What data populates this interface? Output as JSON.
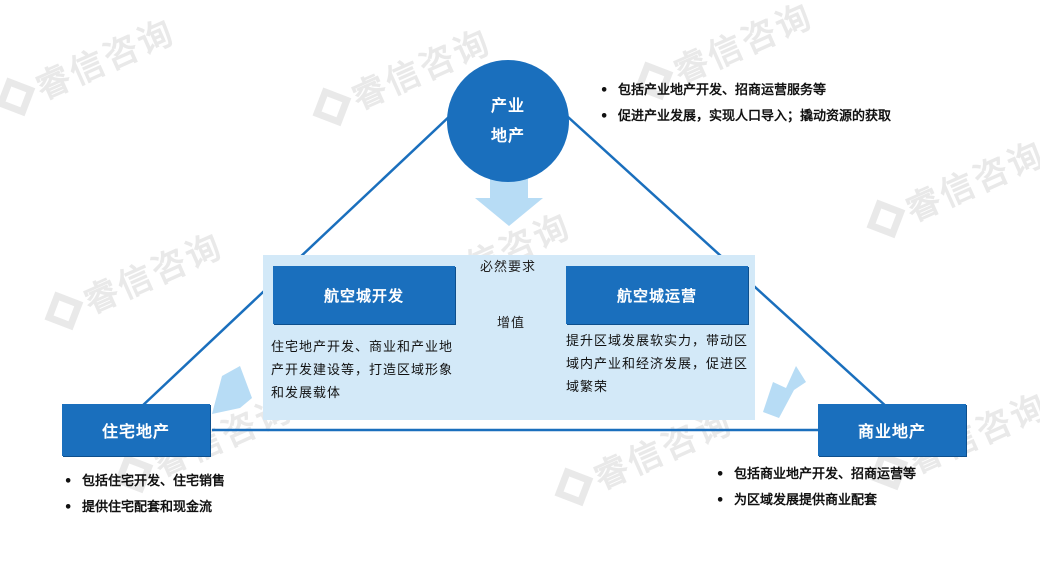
{
  "watermark": {
    "text": "睿信咨询",
    "icon": "diamond-logo-icon"
  },
  "top_node": {
    "label_line1": "产业",
    "label_line2": "地产",
    "bullets": [
      "包括产业地产开发、招商运营服务等",
      "促进产业发展，实现人口导入；撬动资源的获取"
    ]
  },
  "center_left": {
    "title": "航空城开发",
    "description": "住宅地产开发、商业和产业地产开发建设等，打造区域形象和发展载体"
  },
  "center_right": {
    "title": "航空城运营",
    "description": "提升区域发展软实力，带动区域内产业和经济发展，促进区域繁荣"
  },
  "arrows": {
    "forward_label": "必然要求",
    "backward_label": "增值"
  },
  "left_node": {
    "label": "住宅地产",
    "bullets": [
      "包括住宅开发、住宅销售",
      "提供住宅配套和现金流"
    ]
  },
  "right_node": {
    "label": "商业地产",
    "bullets": [
      "包括商业地产开发、招商运营等",
      "为区域发展提供商业配套"
    ]
  },
  "colors": {
    "primary_blue": "#1a6fbd",
    "light_blue": "#d3e9f8",
    "arrow_blue": "#b7dcf5"
  }
}
